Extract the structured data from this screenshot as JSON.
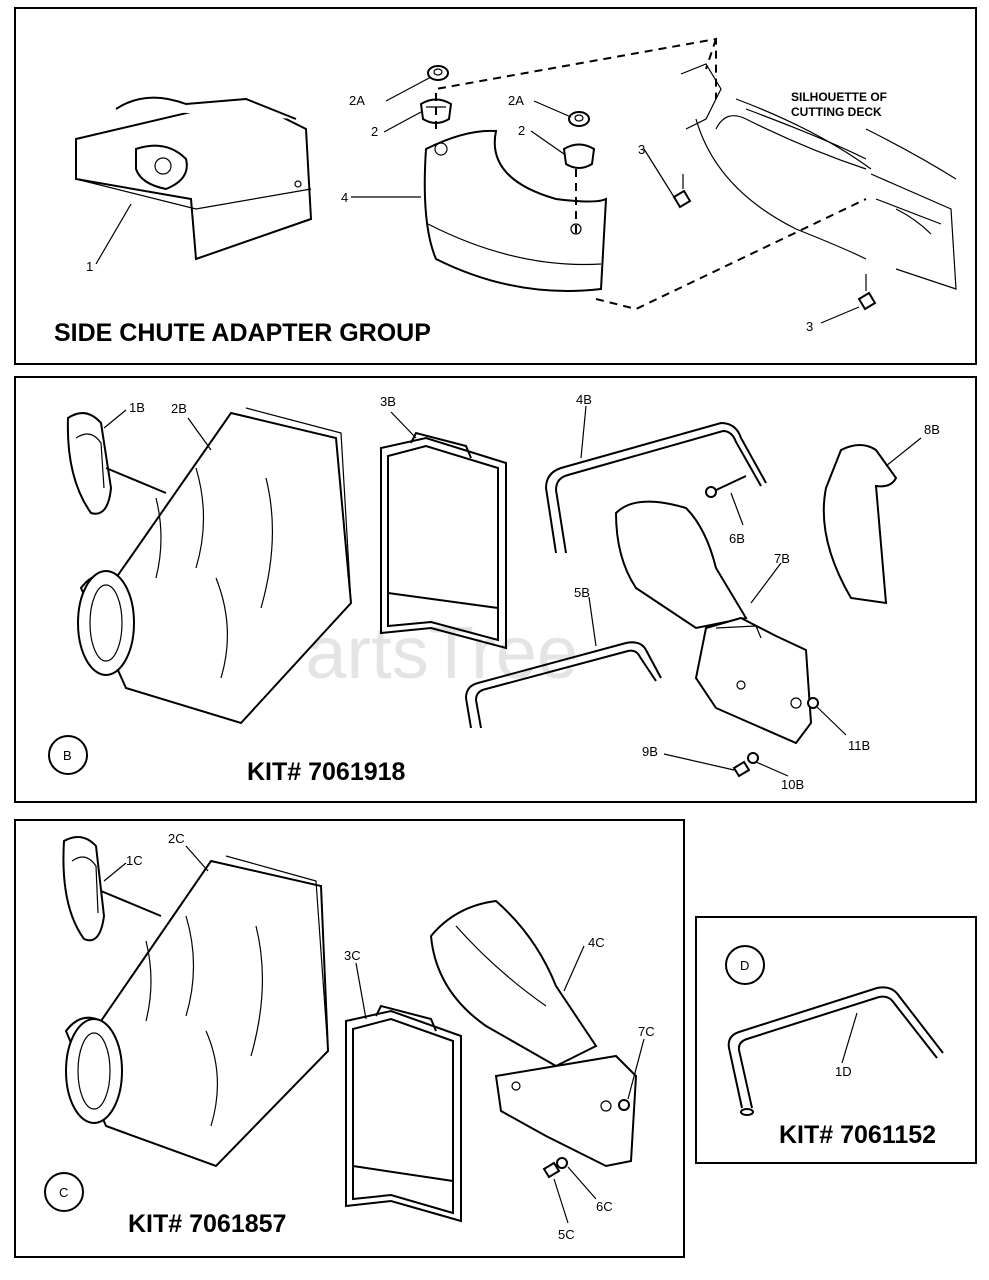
{
  "panel_a": {
    "title": "SIDE CHUTE ADAPTER GROUP",
    "note": "SILHOUETTE OF CUTTING DECK",
    "note_line1": "SILHOUETTE OF",
    "note_line2": "CUTTING DECK",
    "callouts": [
      "1",
      "2A",
      "2",
      "2A",
      "2",
      "3",
      "4",
      "3"
    ]
  },
  "panel_b": {
    "badge": "B",
    "kit": "KIT# 7061918",
    "callouts": [
      "1B",
      "2B",
      "3B",
      "4B",
      "5B",
      "6B",
      "7B",
      "8B",
      "9B",
      "10B",
      "11B"
    ]
  },
  "panel_c": {
    "badge": "C",
    "kit": "KIT# 7061857",
    "callouts": [
      "1C",
      "2C",
      "3C",
      "4C",
      "5C",
      "6C",
      "7C"
    ]
  },
  "panel_d": {
    "badge": "D",
    "kit": "KIT# 7061152",
    "callouts": [
      "1D"
    ]
  },
  "watermark": "PartsTree"
}
